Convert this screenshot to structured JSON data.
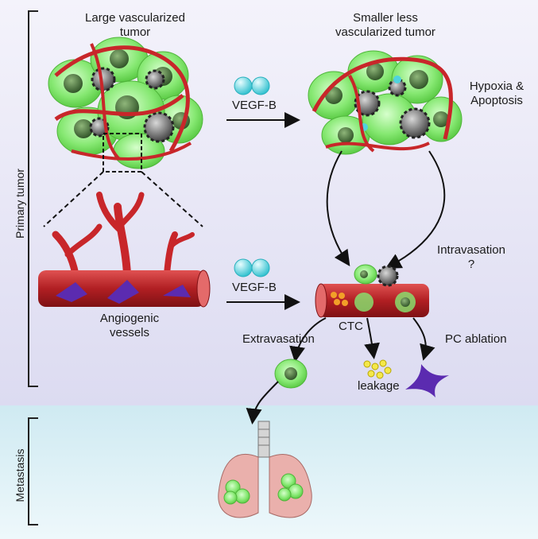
{
  "sections": {
    "primary": "Primary tumor",
    "metastasis": "Metastasis"
  },
  "labels": {
    "large_tumor": "Large vascularized tumor",
    "small_tumor": "Smaller less vascularized tumor",
    "vegfb_top": "VEGF-B",
    "vegfb_bottom": "VEGF-B",
    "hypoxia": "Hypoxia & Apoptosis",
    "angiogenic": "Angiogenic vessels",
    "intravasation": "Intravasation ?",
    "ctc": "CTC",
    "extravasation": "Extravasation",
    "leakage": "leakage",
    "pc_ablation": "PC ablation"
  },
  "colors": {
    "primary_bg": "#e8e7f6",
    "metastasis_bg": "#dcf0f5",
    "tumor_cell": "#7be36a",
    "nucleus": "#3f6b33",
    "vessel": "#c8262a",
    "vegf": "#4fd3de",
    "pericyte": "#5b2bb0",
    "lung": "#eab0ac",
    "leak_dot": "#f4e84a"
  }
}
